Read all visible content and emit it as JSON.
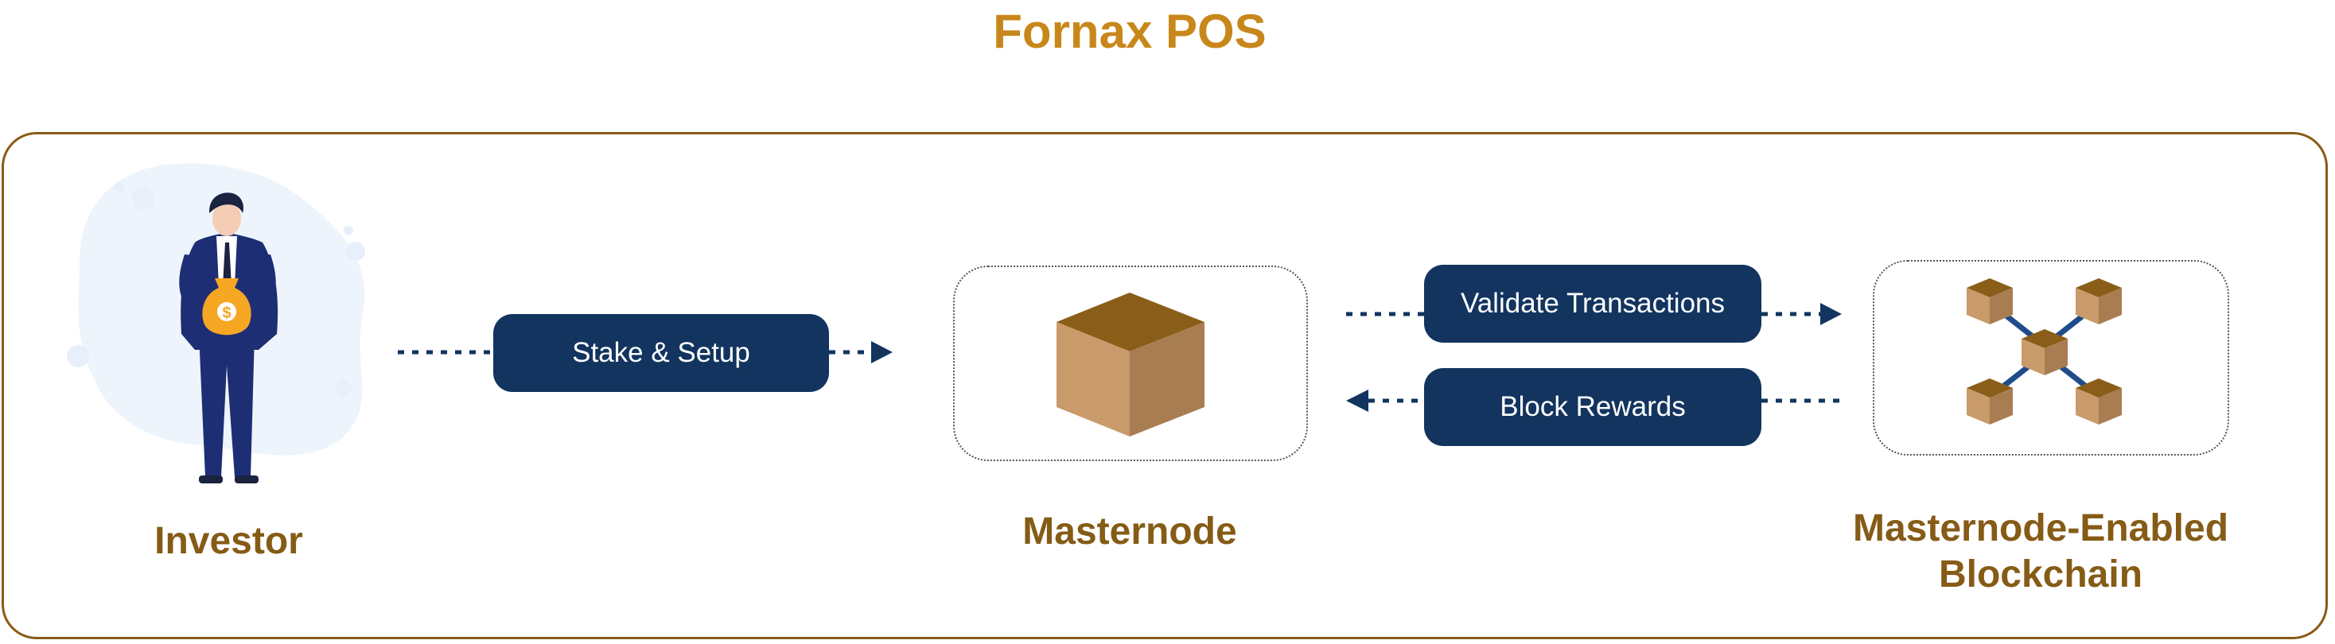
{
  "title": "Fornax POS",
  "nodes": {
    "investor": "Investor",
    "masternode": "Masternode",
    "blockchain_line1": "Masternode-Enabled",
    "blockchain_line2": "Blockchain"
  },
  "steps": {
    "stake": "Stake & Setup",
    "validate": "Validate Transactions",
    "rewards": "Block Rewards"
  },
  "colors": {
    "title": "#C8871A",
    "label": "#855B16",
    "pill": "#12345F",
    "cube_top": "#8A5E18",
    "cube_left": "#C99A6A",
    "cube_right": "#A97D52"
  },
  "icons": [
    "businessman-money-bag-icon",
    "cube-icon",
    "network-cubes-icon",
    "dollar-icon"
  ]
}
